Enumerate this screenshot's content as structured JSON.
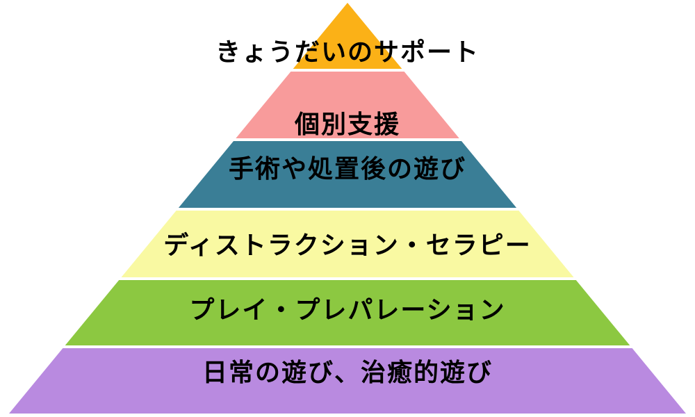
{
  "background_color": "#ffffff",
  "text_color": "#000000",
  "pyramid": {
    "levels": [
      {
        "label": "きょうだいのサポート",
        "color": "#FBB117"
      },
      {
        "label": "個別支援",
        "color": "#F89B9B"
      },
      {
        "label": "手術や処置後の遊び",
        "color": "#3A7E96"
      },
      {
        "label": "ディストラクション・セラピー",
        "color": "#F9F9A2"
      },
      {
        "label": "プレイ・プレパレーション",
        "color": "#8CC841"
      },
      {
        "label": "日常の遊び、治癒的遊び",
        "color": "#B98AE0"
      }
    ]
  }
}
